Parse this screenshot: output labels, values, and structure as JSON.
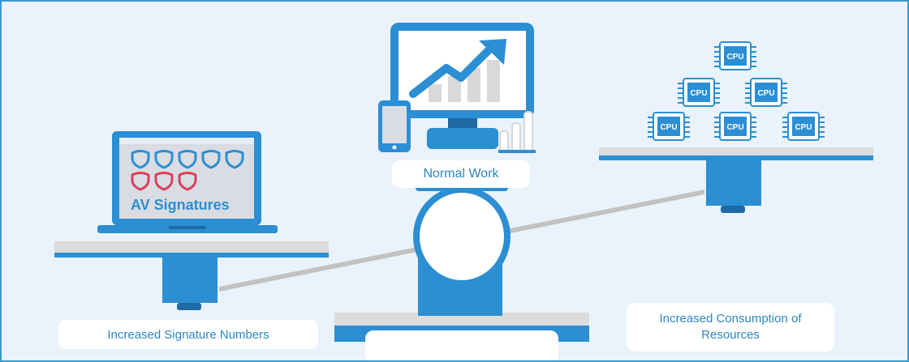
{
  "colors": {
    "blue": "#2c8ed3",
    "dark_blue": "#1e6aa5",
    "light_blue": "#6db4e6",
    "background": "#eaf3fb",
    "gray_platform": "#d6d6d6",
    "beam": "#bdbdbd",
    "shield_blue": "#2c8ed3",
    "shield_red": "#d83f5a",
    "label_text": "#2d86c4"
  },
  "laptop": {
    "screen_title": "AV Signatures",
    "shields_blue_count": 5,
    "shields_red_count": 3
  },
  "monitor": {
    "label": "Normal Work"
  },
  "cpu_stack": {
    "chip_label": "CPU",
    "chip_count": 6
  },
  "labels": {
    "left": "Increased Signature Numbers",
    "right_line1": "Increased Consumption of",
    "right_line2": "Resources"
  }
}
